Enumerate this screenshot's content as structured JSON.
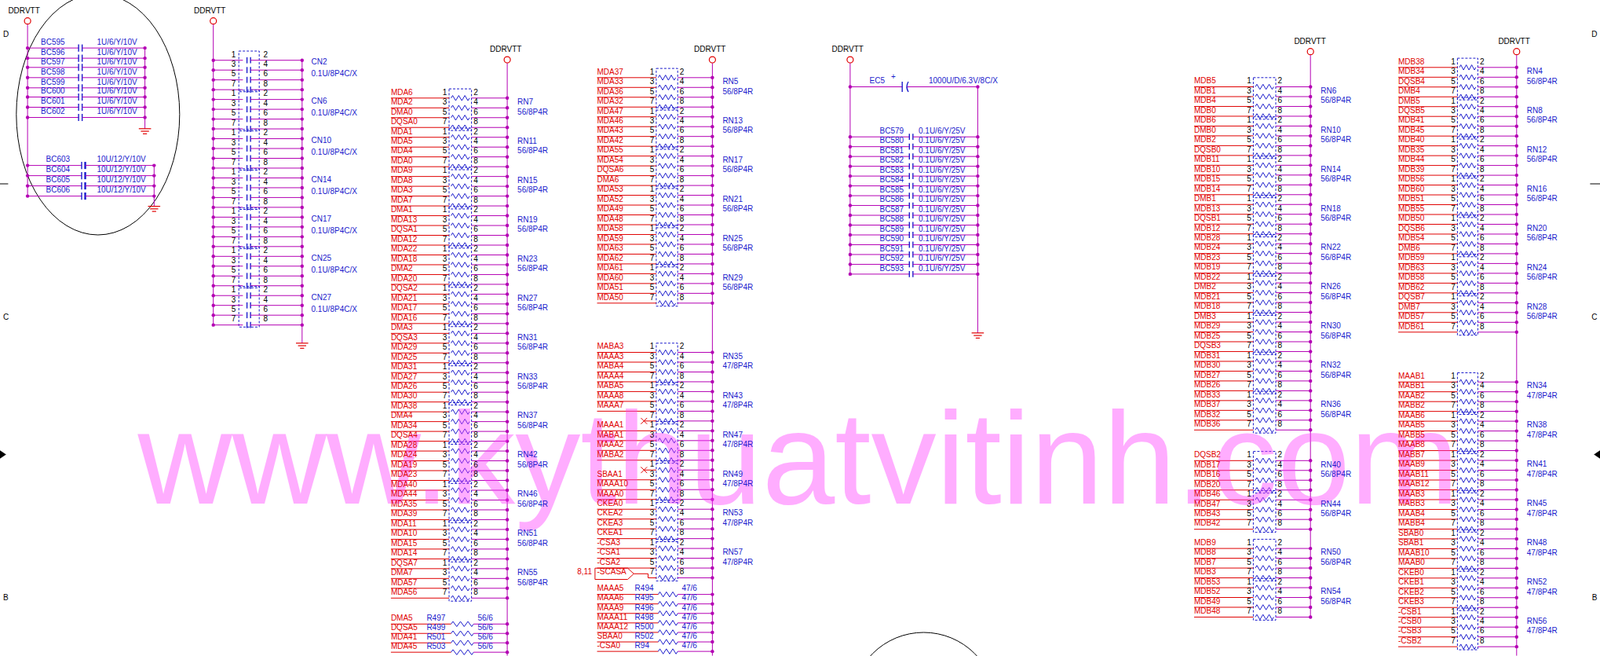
{
  "diagram": {
    "labels": [
      "DDRVTT",
      "BC595",
      "1U/6/Y/10V",
      "BC596",
      "1U/6/Y/10V",
      "BC597",
      "1U/6/Y/10V",
      "BC598",
      "1U/6/Y/10V",
      "BC599",
      "1U/6/Y/10V",
      "BC600",
      "1U/6/Y/10V",
      "BC601",
      "1U/6/Y/10V",
      "BC602",
      "1U/6/Y/10V",
      "BC603",
      "10U/12/Y/10V",
      "BC604",
      "10U/12/Y/10V",
      "BC605",
      "10U/12/Y/10V",
      "BC606",
      "10U/12/Y/10V",
      "DDRVTT",
      "1",
      "2",
      "3",
      "4",
      "5",
      "6",
      "7",
      "8",
      "CN2",
      "0.1U/8P4C/X",
      "1",
      "2",
      "3",
      "4",
      "5",
      "6",
      "7",
      "8",
      "CN6",
      "0.1U/8P4C/X",
      "1",
      "2",
      "3",
      "4",
      "5",
      "6",
      "7",
      "8",
      "CN10",
      "0.1U/8P4C/X",
      "1",
      "2",
      "3",
      "4",
      "5",
      "6",
      "7",
      "8",
      "CN14",
      "0.1U/8P4C/X",
      "1",
      "2",
      "3",
      "4",
      "5",
      "6",
      "7",
      "8",
      "CN17",
      "0.1U/8P4C/X",
      "1",
      "2",
      "3",
      "4",
      "5",
      "6",
      "7",
      "8",
      "CN25",
      "0.1U/8P4C/X",
      "1",
      "2",
      "3",
      "4",
      "5",
      "6",
      "7",
      "8",
      "CN27",
      "0.1U/8P4C/X",
      "DDRVTT",
      "MDA6",
      "1",
      "2",
      "MDA2",
      "3",
      "4",
      "DMA0",
      "5",
      "6",
      "DQSA0",
      "7",
      "8",
      "RN7",
      "56/8P4R",
      "MDA1",
      "1",
      "2",
      "MDA5",
      "3",
      "4",
      "MDA4",
      "5",
      "6",
      "MDA0",
      "7",
      "8",
      "RN11",
      "56/8P4R",
      "MDA9",
      "1",
      "2",
      "MDA8",
      "3",
      "4",
      "MDA3",
      "5",
      "6",
      "MDA7",
      "7",
      "8",
      "RN15",
      "56/8P4R",
      "DMA1",
      "1",
      "2",
      "MDA13",
      "3",
      "4",
      "DQSA1",
      "5",
      "6",
      "MDA12",
      "7",
      "8",
      "RN19",
      "56/8P4R",
      "MDA22",
      "1",
      "2",
      "MDA18",
      "3",
      "4",
      "DMA2",
      "5",
      "6",
      "MDA20",
      "7",
      "8",
      "RN23",
      "56/8P4R",
      "DQSA2",
      "1",
      "2",
      "MDA21",
      "3",
      "4",
      "MDA17",
      "5",
      "6",
      "MDA16",
      "7",
      "8",
      "RN27",
      "56/8P4R",
      "DMA3",
      "1",
      "2",
      "DQSA3",
      "3",
      "4",
      "MDA29",
      "5",
      "6",
      "MDA25",
      "7",
      "8",
      "RN31",
      "56/8P4R",
      "MDA31",
      "1",
      "2",
      "MDA27",
      "3",
      "4",
      "MDA26",
      "5",
      "6",
      "MDA30",
      "7",
      "8",
      "RN33",
      "56/8P4R",
      "MDA38",
      "1",
      "2",
      "DMA4",
      "3",
      "4",
      "MDA34",
      "5",
      "6",
      "DQSA4",
      "7",
      "8",
      "RN37",
      "56/8P4R",
      "MDA28",
      "1",
      "2",
      "MDA24",
      "3",
      "4",
      "MDA19",
      "5",
      "6",
      "MDA23",
      "7",
      "8",
      "RN42",
      "56/8P4R",
      "MDA40",
      "1",
      "2",
      "MDA44",
      "3",
      "4",
      "MDA35",
      "5",
      "6",
      "MDA39",
      "7",
      "8",
      "RN46",
      "56/8P4R",
      "MDA11",
      "1",
      "2",
      "MDA10",
      "3",
      "4",
      "MDA15",
      "5",
      "6",
      "MDA14",
      "7",
      "8",
      "RN51",
      "56/8P4R",
      "DQSA7",
      "1",
      "2",
      "DMA7",
      "3",
      "4",
      "MDA57",
      "5",
      "6",
      "MDA56",
      "7",
      "8",
      "RN55",
      "56/8P4R",
      "DMA5",
      "R497",
      "56/6",
      "DQSA5",
      "R499",
      "56/6",
      "MDA41",
      "R501",
      "56/6",
      "MDA45",
      "R503",
      "56/6",
      "DDRVTT",
      "MDA37",
      "1",
      "2",
      "MDA33",
      "3",
      "4",
      "MDA36",
      "5",
      "6",
      "MDA32",
      "7",
      "8",
      "RN5",
      "56/8P4R",
      "MDA47",
      "1",
      "2",
      "MDA46",
      "3",
      "4",
      "MDA43",
      "5",
      "6",
      "MDA42",
      "7",
      "8",
      "RN13",
      "56/8P4R",
      "MDA55",
      "1",
      "2",
      "MDA54",
      "3",
      "4",
      "DQSA6",
      "5",
      "6",
      "DMA6",
      "7",
      "8",
      "RN17",
      "56/8P4R",
      "MDA53",
      "1",
      "2",
      "MDA52",
      "3",
      "4",
      "MDA49",
      "5",
      "6",
      "MDA48",
      "7",
      "8",
      "RN21",
      "56/8P4R",
      "MDA58",
      "1",
      "2",
      "MDA59",
      "3",
      "4",
      "MDA63",
      "5",
      "6",
      "MDA62",
      "7",
      "8",
      "RN25",
      "56/8P4R",
      "MDA61",
      "1",
      "2",
      "MDA60",
      "3",
      "4",
      "MDA51",
      "5",
      "6",
      "MDA50",
      "7",
      "8",
      "RN29",
      "56/8P4R",
      "MABA3",
      "1",
      "2",
      "MAAA3",
      "3",
      "4",
      "MABA4",
      "5",
      "6",
      "MAAA4",
      "7",
      "8",
      "RN35",
      "47/8P4R",
      "MABA5",
      "1",
      "2",
      "MAAA8",
      "3",
      "4",
      "MAAA7",
      "5",
      "6",
      "7",
      "8",
      "RN43",
      "47/8P4R",
      "MAAA1",
      "1",
      "2",
      "MABA1",
      "3",
      "4",
      "MAAA2",
      "5",
      "6",
      "MABA2",
      "7",
      "8",
      "RN47",
      "47/8P4R",
      "1",
      "2",
      "SBAA1",
      "3",
      "4",
      "MAAA10",
      "5",
      "6",
      "MAAA0",
      "7",
      "8",
      "RN49",
      "47/8P4R",
      "CKEA0",
      "1",
      "2",
      "CKEA2",
      "3",
      "4",
      "CKEA3",
      "5",
      "6",
      "CKEA1",
      "7",
      "8",
      "RN53",
      "47/8P4R",
      "-CSA3",
      "1",
      "2",
      "-CSA1",
      "3",
      "4",
      "-CSA2",
      "5",
      "6",
      "8,11",
      "-SCASA",
      "7",
      "8",
      "RN57",
      "47/8P4R",
      "MAAA5",
      "R494",
      "47/6",
      "MAAA6",
      "R495",
      "47/6",
      "MAAA9",
      "R496",
      "47/6",
      "MAAA11",
      "R498",
      "47/6",
      "MAAA12",
      "R500",
      "47/6",
      "SBAA0",
      "R502",
      "47/6",
      "-CSA0",
      "R94",
      "47/6",
      "DDRVTT",
      "EC5",
      "+",
      "1000U/D/6.3V/8C/X",
      "BC579",
      "0.1U/6/Y/25V",
      "BC580",
      "0.1U/6/Y/25V",
      "BC581",
      "0.1U/6/Y/25V",
      "BC582",
      "0.1U/6/Y/25V",
      "BC583",
      "0.1U/6/Y/25V",
      "BC584",
      "0.1U/6/Y/25V",
      "BC585",
      "0.1U/6/Y/25V",
      "BC586",
      "0.1U/6/Y/25V",
      "BC587",
      "0.1U/6/Y/25V",
      "BC588",
      "0.1U/6/Y/25V",
      "BC589",
      "0.1U/6/Y/25V",
      "BC590",
      "0.1U/6/Y/25V",
      "BC591",
      "0.1U/6/Y/25V",
      "BC592",
      "0.1U/6/Y/25V",
      "BC593",
      "0.1U/6/Y/25V",
      "DDRVTT",
      "MDB5",
      "1",
      "2",
      "MDB1",
      "3",
      "4",
      "MDB4",
      "5",
      "6",
      "MDB0",
      "7",
      "8",
      "RN6",
      "56/8P4R",
      "MDB6",
      "1",
      "2",
      "DMB0",
      "3",
      "4",
      "MDB2",
      "5",
      "6",
      "DQSB0",
      "7",
      "8",
      "RN10",
      "56/8P4R",
      "MDB11",
      "1",
      "2",
      "MDB10",
      "3",
      "4",
      "MDB15",
      "5",
      "6",
      "MDB14",
      "7",
      "8",
      "RN14",
      "56/8P4R",
      "DMB1",
      "1",
      "2",
      "MDB13",
      "3",
      "4",
      "DQSB1",
      "5",
      "6",
      "MDB12",
      "7",
      "8",
      "RN18",
      "56/8P4R",
      "MDB28",
      "1",
      "2",
      "MDB24",
      "3",
      "4",
      "MDB23",
      "5",
      "6",
      "MDB19",
      "7",
      "8",
      "RN22",
      "56/8P4R",
      "MDB22",
      "1",
      "2",
      "DMB2",
      "3",
      "4",
      "MDB21",
      "5",
      "6",
      "MDB18",
      "7",
      "8",
      "RN26",
      "56/8P4R",
      "DMB3",
      "1",
      "2",
      "MDB29",
      "3",
      "4",
      "MDB25",
      "5",
      "6",
      "DQSB3",
      "7",
      "8",
      "RN30",
      "56/8P4R",
      "MDB31",
      "1",
      "2",
      "MDB30",
      "3",
      "4",
      "MDB27",
      "5",
      "6",
      "MDB26",
      "7",
      "8",
      "RN32",
      "56/8P4R",
      "MDB33",
      "1",
      "2",
      "MDB37",
      "3",
      "4",
      "MDB32",
      "5",
      "6",
      "MDB36",
      "7",
      "8",
      "RN36",
      "56/8P4R",
      "DQSB2",
      "1",
      "2",
      "MDB17",
      "3",
      "4",
      "MDB16",
      "5",
      "6",
      "MDB20",
      "7",
      "8",
      "RN40",
      "56/8P4R",
      "MDB46",
      "1",
      "2",
      "MDB47",
      "3",
      "4",
      "MDB43",
      "5",
      "6",
      "MDB42",
      "7",
      "8",
      "RN44",
      "56/8P4R",
      "MDB9",
      "1",
      "2",
      "MDB8",
      "3",
      "4",
      "MDB7",
      "5",
      "6",
      "MDB3",
      "7",
      "8",
      "RN50",
      "56/8P4R",
      "MDB53",
      "1",
      "2",
      "MDB52",
      "3",
      "4",
      "MDB49",
      "5",
      "6",
      "MDB48",
      "7",
      "8",
      "RN54",
      "56/8P4R",
      "DDRVTT",
      "MDB38",
      "1",
      "2",
      "MDB34",
      "3",
      "4",
      "DQSB4",
      "5",
      "6",
      "DMB4",
      "7",
      "8",
      "RN4",
      "56/8P4R",
      "DMB5",
      "1",
      "2",
      "DQSB5",
      "3",
      "4",
      "MDB41",
      "5",
      "6",
      "MDB45",
      "7",
      "8",
      "RN8",
      "56/8P4R",
      "MDB40",
      "1",
      "2",
      "MDB35",
      "3",
      "4",
      "MDB44",
      "5",
      "6",
      "MDB39",
      "7",
      "8",
      "RN12",
      "56/8P4R",
      "MDB56",
      "1",
      "2",
      "MDB60",
      "3",
      "4",
      "MDB51",
      "5",
      "6",
      "MDB55",
      "7",
      "8",
      "RN16",
      "56/8P4R",
      "MDB50",
      "1",
      "2",
      "DQSB6",
      "3",
      "4",
      "MDB54",
      "5",
      "6",
      "DMB6",
      "7",
      "8",
      "RN20",
      "56/8P4R",
      "MDB59",
      "1",
      "2",
      "MDB63",
      "3",
      "4",
      "MDB58",
      "5",
      "6",
      "MDB62",
      "7",
      "8",
      "RN24",
      "56/8P4R",
      "DQSB7",
      "1",
      "2",
      "DMB7",
      "3",
      "4",
      "MDB57",
      "5",
      "6",
      "MDB61",
      "7",
      "8",
      "RN28",
      "56/8P4R",
      "MAAB1",
      "1",
      "2",
      "MABB1",
      "3",
      "4",
      "MAAB2",
      "5",
      "6",
      "MABB2",
      "7",
      "8",
      "RN34",
      "47/8P4R",
      "MAAB6",
      "1",
      "2",
      "MAAB5",
      "3",
      "4",
      "MABB5",
      "5",
      "6",
      "MAAB8",
      "7",
      "8",
      "RN38",
      "47/8P4R",
      "MABB7",
      "1",
      "2",
      "MAAB9",
      "3",
      "4",
      "MAAB11",
      "5",
      "6",
      "MAAB12",
      "7",
      "8",
      "RN41",
      "47/8P4R",
      "MAAB3",
      "1",
      "2",
      "MABB3",
      "3",
      "4",
      "MAAB4",
      "5",
      "6",
      "MABB4",
      "7",
      "8",
      "RN45",
      "47/8P4R",
      "SBAB0",
      "1",
      "2",
      "SBAB1",
      "3",
      "4",
      "MAAB10",
      "5",
      "6",
      "MAAB0",
      "7",
      "8",
      "RN48",
      "47/8P4R",
      "CKEB0",
      "1",
      "2",
      "CKEB1",
      "3",
      "4",
      "CKEB2",
      "5",
      "6",
      "CKEB3",
      "7",
      "8",
      "RN52",
      "47/8P4R",
      "-CSB1",
      "1",
      "2",
      "-CSB0",
      "3",
      "4",
      "-CSB3",
      "5",
      "6",
      "-CSB2",
      "7",
      "8",
      "RN56",
      "47/8P4R",
      "www.kythuatvitinh.com",
      "D",
      "C",
      "B",
      "D",
      "C",
      "B"
    ]
  }
}
